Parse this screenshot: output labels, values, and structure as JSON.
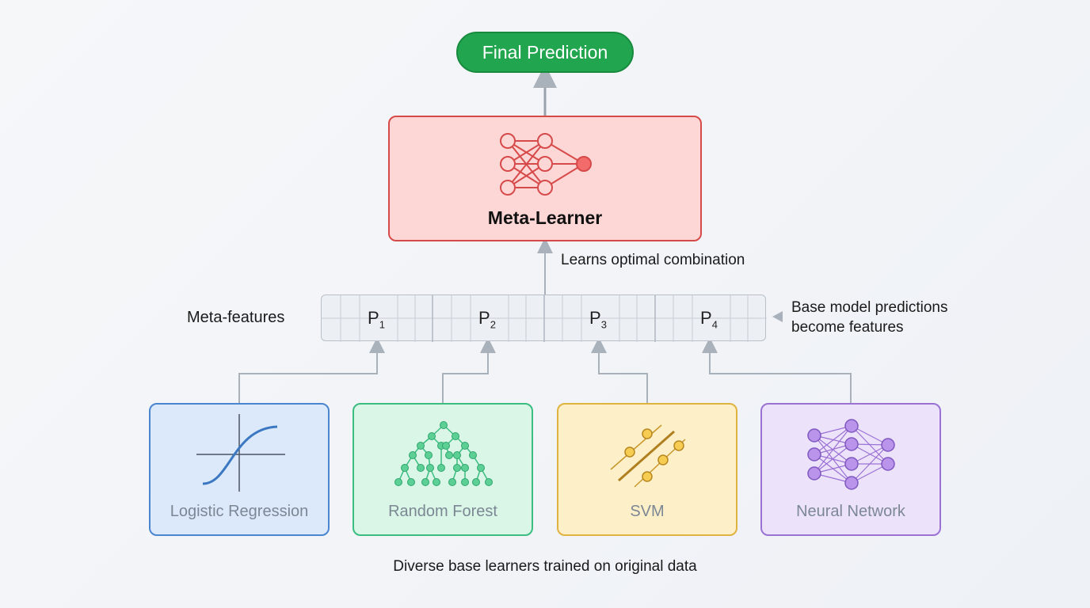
{
  "final_prediction": "Final Prediction",
  "meta_learner": "Meta-Learner",
  "learns_caption": "Learns optimal combination",
  "meta_features_label": "Meta-features",
  "predictions": [
    {
      "base": "P",
      "sub": "1"
    },
    {
      "base": "P",
      "sub": "2"
    },
    {
      "base": "P",
      "sub": "3"
    },
    {
      "base": "P",
      "sub": "4"
    }
  ],
  "base_note": [
    "Base model predictions",
    "become features"
  ],
  "base_learners": [
    {
      "label": "Logistic Regression",
      "icon": "sigmoid-curve-icon"
    },
    {
      "label": "Random Forest",
      "icon": "decision-tree-icon"
    },
    {
      "label": "SVM",
      "icon": "svm-hyperplane-icon"
    },
    {
      "label": "Neural Network",
      "icon": "neural-network-icon"
    }
  ],
  "footer_caption": "Diverse base learners trained on original data",
  "colors": {
    "final": "#22a54f",
    "meta_fill": "#fdd7d6",
    "meta_stroke": "#d64a4a",
    "lr": "#4a86cf",
    "rf": "#3bbd80",
    "svm": "#e0b23f",
    "nn": "#9b72d4",
    "connector": "#a9b1bb"
  }
}
